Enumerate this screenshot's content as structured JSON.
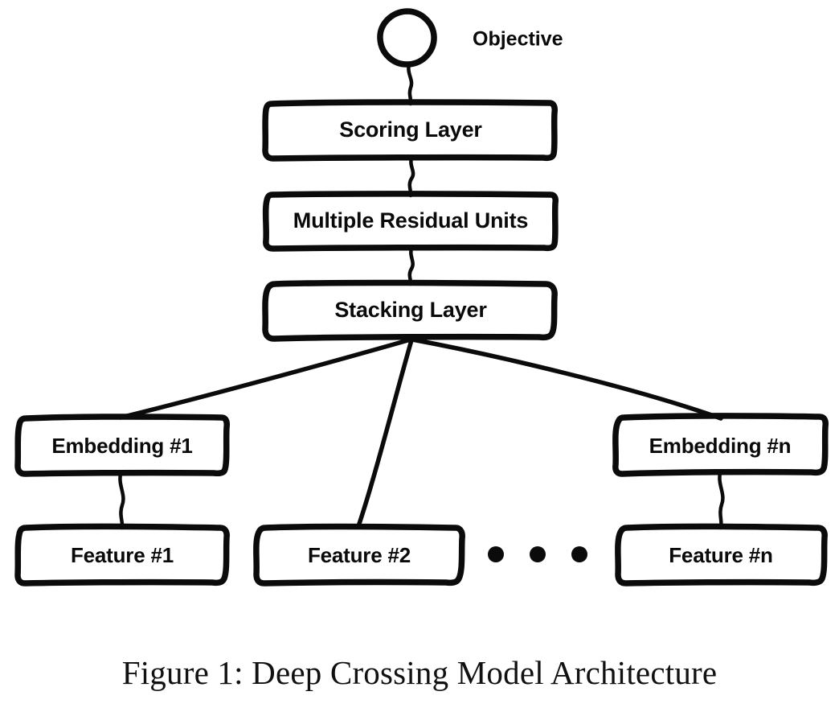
{
  "figure": {
    "caption": "Figure 1: Deep Crossing Model Architecture",
    "background_color": "#ffffff",
    "ink_color": "#0b0b0b"
  },
  "diagram": {
    "type": "flowchart",
    "style": "hand-drawn",
    "objective": {
      "label": "Objective",
      "shape": "circle"
    },
    "layers": [
      {
        "label": "Scoring Layer"
      },
      {
        "label": "Multiple Residual Units"
      },
      {
        "label": "Stacking Layer"
      }
    ],
    "embeddings": [
      {
        "label": "Embedding #1"
      },
      {
        "label": "Embedding #n"
      }
    ],
    "features": [
      {
        "label": "Feature #1"
      },
      {
        "label": "Feature #2"
      },
      {
        "label": "Feature #n"
      }
    ],
    "ellipsis": "• • •"
  }
}
